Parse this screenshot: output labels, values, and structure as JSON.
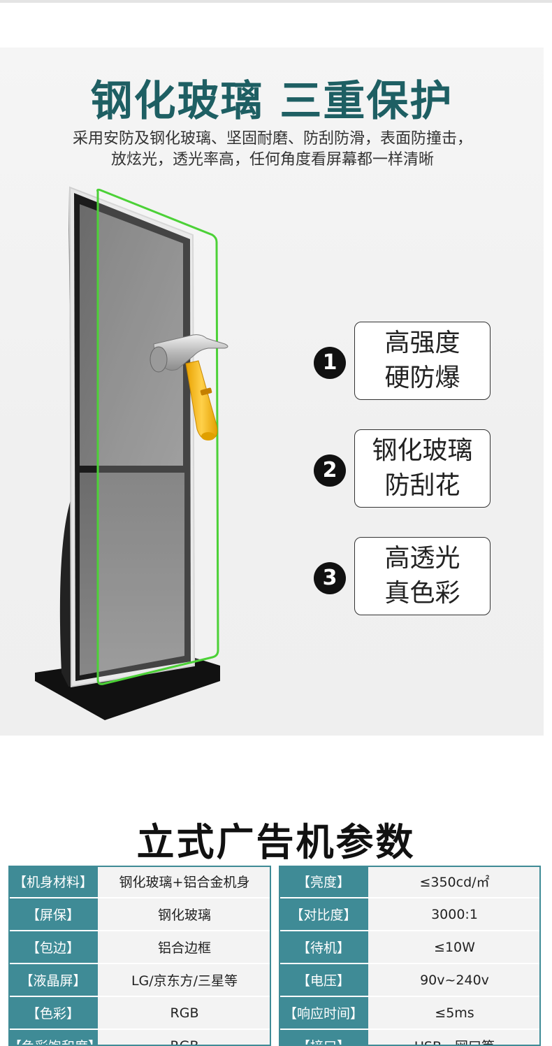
{
  "hero": {
    "title": "钢化玻璃 三重保护",
    "desc_line1": "采用安防及钢化玻璃、坚固耐磨、防刮防滑，表面防撞击，",
    "desc_line2": "放炫光，透光率高，任何角度看屏幕都一样清晰"
  },
  "features": [
    {
      "num": "1",
      "line1": "高强度",
      "line2": "硬防爆"
    },
    {
      "num": "2",
      "line1": "钢化玻璃",
      "line2": "防刮花"
    },
    {
      "num": "3",
      "line1": "高透光",
      "line2": "真色彩"
    }
  ],
  "specs": {
    "title": "立式广告机参数",
    "left": [
      {
        "key": "【机身材料】",
        "value": "钢化玻璃+铝合金机身"
      },
      {
        "key": "【屏保】",
        "value": "钢化玻璃"
      },
      {
        "key": "【包边】",
        "value": "铝合边框"
      },
      {
        "key": "【液晶屏】",
        "value": "LG/京东方/三星等"
      },
      {
        "key": "【色彩】",
        "value": "RGB"
      },
      {
        "key": "【色彩饱和度】",
        "value": "RGB"
      }
    ],
    "right": [
      {
        "key": "【亮度】",
        "value": "≤350cd/㎡"
      },
      {
        "key": "【对比度】",
        "value": "3000:1"
      },
      {
        "key": "【待机】",
        "value": "≤10W"
      },
      {
        "key": "【电压】",
        "value": "90v~240v"
      },
      {
        "key": "【响应时间】",
        "value": "≤5ms"
      },
      {
        "key": "【接口】",
        "value": "USB、网口等"
      }
    ]
  },
  "colors": {
    "title_teal": "#1e5f63",
    "table_key_bg": "#3f8b96",
    "glass_outline": "#4cd137",
    "hammer_handle": "#f4b400"
  }
}
